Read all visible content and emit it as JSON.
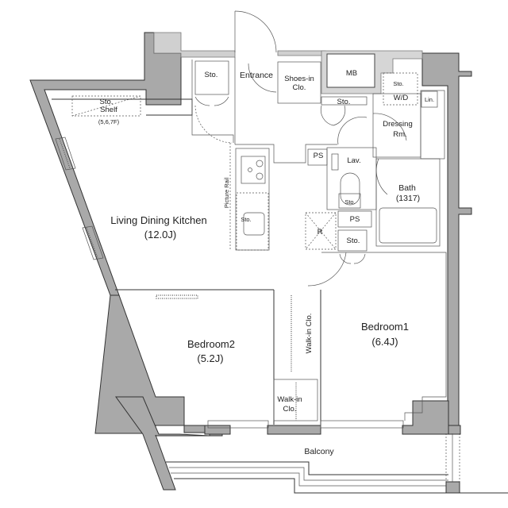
{
  "plan": {
    "type": "apartment floor plan",
    "rooms": {
      "ldk": {
        "name": "Living Dining Kitchen",
        "size": "(12.0J)"
      },
      "bedroom1": {
        "name": "Bedroom1",
        "size": "(6.4J)"
      },
      "bedroom2": {
        "name": "Bedroom2",
        "size": "(5.2J)"
      },
      "entrance": {
        "name": "Entrance"
      },
      "shoes_in_clo": {
        "line1": "Shoes-in",
        "line2": "Clo."
      },
      "mb": {
        "name": "MB"
      },
      "dressing": {
        "line1": "Dressing",
        "line2": "Rm."
      },
      "bath": {
        "name": "Bath",
        "size": "(1317)"
      },
      "lav": {
        "name": "Lav."
      },
      "wd": {
        "name": "W/D"
      },
      "lin": {
        "name": "Lin."
      },
      "walkin_clo_vertical": {
        "name": "Walk-in Clo."
      },
      "walkin_clo_small": {
        "line1": "Walk-in",
        "line2": "Clo."
      },
      "balcony": {
        "name": "Balcony"
      }
    },
    "storage": {
      "sto_entrance": "Sto.",
      "sto_hall": "Sto.",
      "sto_wd": "Sto.",
      "sto_toilet": "Sto.",
      "sto_kitchen": "Sto.",
      "sto_bedroom1": "Sto.",
      "sto_shelf_line1": "Sto.",
      "sto_shelf_line2": "Shelf",
      "sto_shelf_note": "(5,6,7F)"
    },
    "fixtures": {
      "ps1": "PS",
      "ps2": "PS",
      "refrigerator": "R",
      "picture_rail": "Picture Rail"
    }
  }
}
